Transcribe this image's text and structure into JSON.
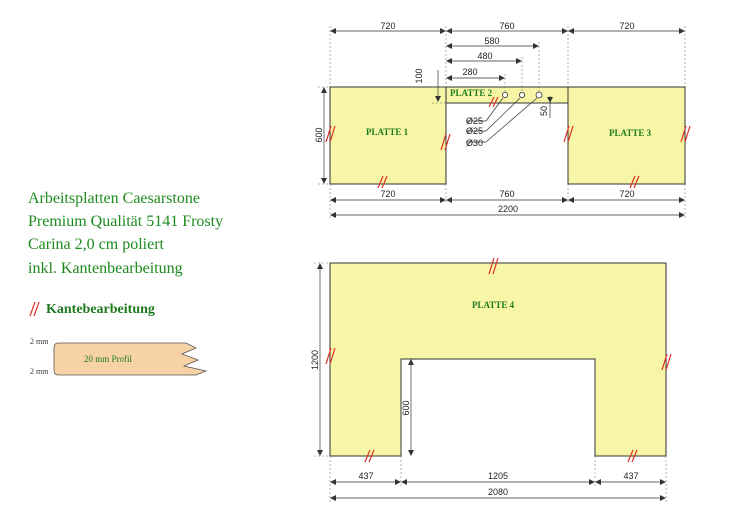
{
  "info": {
    "lines": [
      "Arbeitsplatten Caesarstone",
      "Premium Qualität 5141 Frosty",
      "Carina 2,0 cm poliert",
      "inkl. Kantenbearbeitung"
    ]
  },
  "legend": {
    "title": "Kantebearbeitung",
    "profile_label": "20 mm Profil",
    "thickness_top": "2 mm",
    "thickness_bottom": "2 mm"
  },
  "plates": {
    "p1": "PLATTE 1",
    "p2": "PLATTE 2",
    "p3": "PLATTE 3",
    "p4": "PLATTE 4"
  },
  "dims": {
    "top_left": "720",
    "top_mid": "760",
    "top_right": "720",
    "d580": "580",
    "d480": "480",
    "d280": "280",
    "d100": "100",
    "d50": "50",
    "d600": "600",
    "hole1": "Ø25",
    "hole2": "Ø25",
    "hole3": "Ø30",
    "bot_left": "720",
    "bot_mid": "760",
    "bot_right": "720",
    "total_top": "2200",
    "p4_height": "1200",
    "p4_inner_height": "600",
    "p4_left": "437",
    "p4_mid": "1205",
    "p4_right": "437",
    "p4_total": "2080"
  },
  "colors": {
    "plate_fill": "#f7f5a6",
    "edge_mark": "#e0302a",
    "text_green": "#1e8a1e",
    "profile_fill": "#f6d2a6"
  }
}
